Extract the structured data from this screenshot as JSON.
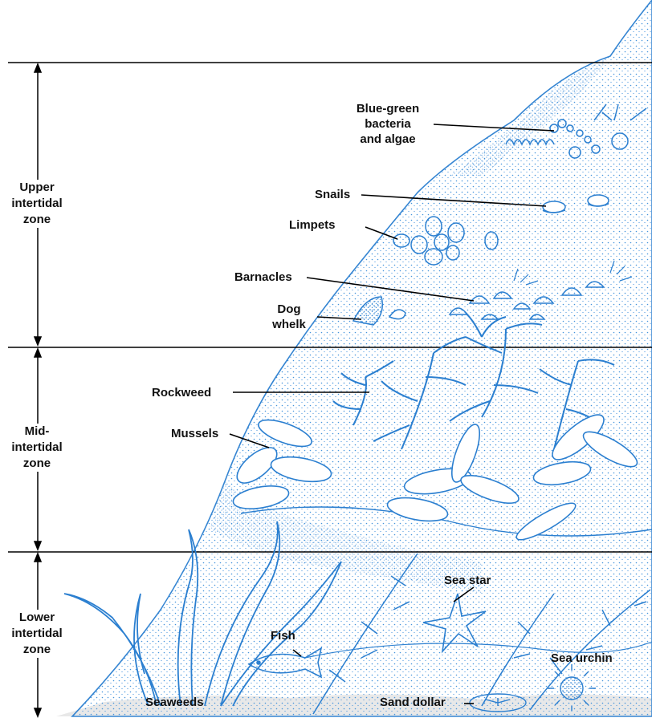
{
  "zones": [
    {
      "line1": "Upper",
      "line2": "intertidal",
      "line3": "zone"
    },
    {
      "line1": "Mid-",
      "line2": "intertidal",
      "line3": "zone"
    },
    {
      "line1": "Lower",
      "line2": "intertidal",
      "line3": "zone"
    }
  ],
  "organisms": {
    "bacteria": {
      "line1": "Blue-green",
      "line2": "bacteria",
      "line3": "and algae"
    },
    "snails": "Snails",
    "limpets": "Limpets",
    "barnacles": "Barnacles",
    "dog_whelk": {
      "line1": "Dog",
      "line2": "whelk"
    },
    "rockweed": "Rockweed",
    "mussels": "Mussels",
    "sea_star": "Sea star",
    "fish": "Fish",
    "sea_urchin": "Sea urchin",
    "seaweeds": "Seaweeds",
    "sand_dollar": "Sand dollar"
  },
  "colors": {
    "ink": "#2b7fd0",
    "stipple": "#3d8fdb",
    "lines": "#000000",
    "sand": "#e8e8e8"
  }
}
